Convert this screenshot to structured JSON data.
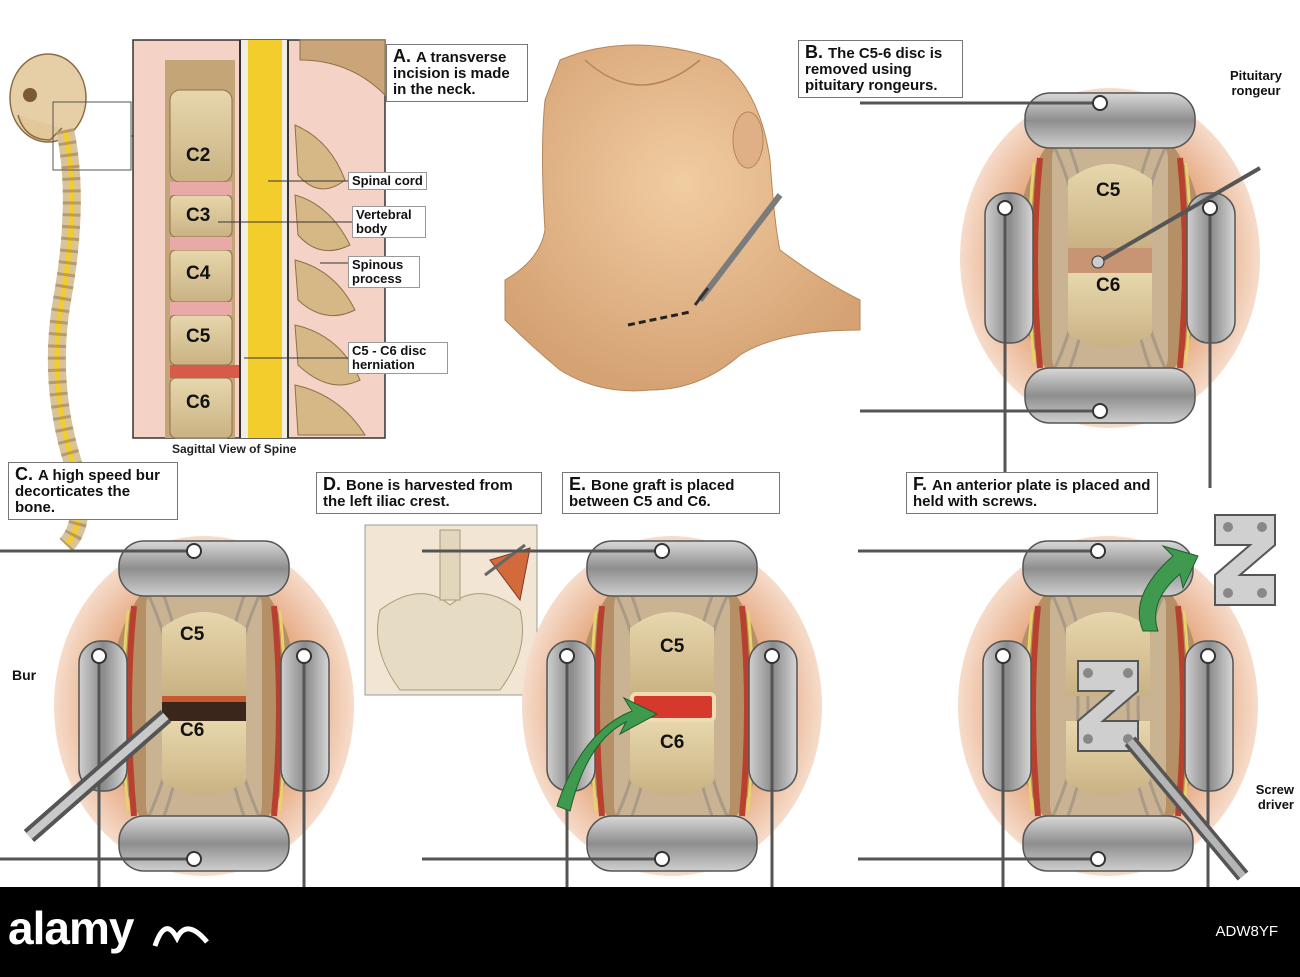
{
  "panels": {
    "spine": {
      "caption": "Sagittal View of Spine",
      "vertebra_labels": [
        "C2",
        "C3",
        "C4",
        "C5",
        "C6"
      ],
      "callouts": {
        "spinal_cord": "Spinal cord",
        "vertebral_body": "Vertebral body",
        "spinous_process": "Spinous process",
        "herniation": "C5 - C6 disc herniation"
      }
    },
    "a": {
      "letter": "A.",
      "text": "A transverse incision is made in the neck."
    },
    "b": {
      "letter": "B.",
      "text": "The C5-6 disc is removed using pituitary rongeurs.",
      "tool_label": "Pituitary rongeur",
      "upper": "C5",
      "lower": "C6"
    },
    "c": {
      "letter": "C.",
      "text": "A high speed bur decorticates the bone.",
      "tool_label": "Bur",
      "upper": "C5",
      "lower": "C6"
    },
    "d": {
      "letter": "D.",
      "text": "Bone is harvested from the left iliac crest."
    },
    "e": {
      "letter": "E.",
      "text": "Bone graft is placed between C5 and C6.",
      "upper": "C5",
      "lower": "C6"
    },
    "f": {
      "letter": "F.",
      "text": "An anterior plate is placed and held with screws.",
      "tool_label": "Screw driver"
    }
  },
  "footer": {
    "logo": "alamy",
    "image_id": "ADW8YF"
  },
  "colors": {
    "footer_bg": "#000000",
    "skin": "#e9c08f",
    "retractor": "#9a9a9a",
    "cord": "#f2cd2c",
    "arrow": "#3f9a4f",
    "graft": "#d6392c"
  }
}
